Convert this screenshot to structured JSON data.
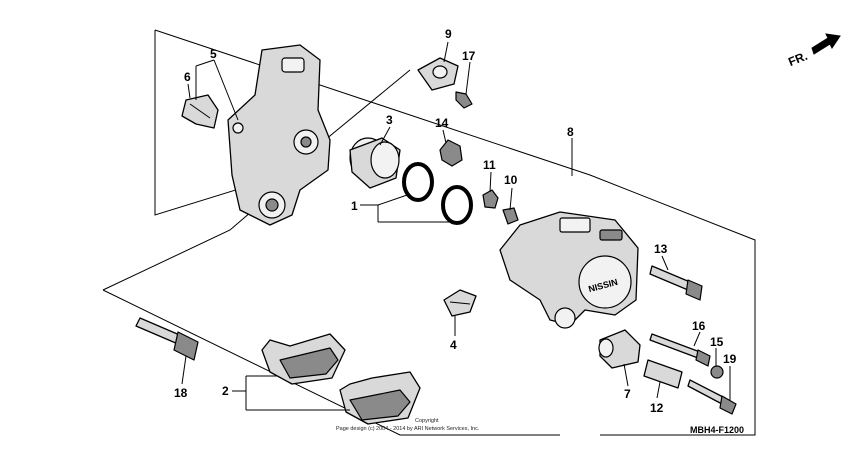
{
  "direction_label": "FR.",
  "callouts": {
    "c1": "1",
    "c2": "2",
    "c3": "3",
    "c4": "4",
    "c5": "5",
    "c6": "6",
    "c7": "7",
    "c8": "8",
    "c9": "9",
    "c10": "10",
    "c11": "11",
    "c12": "12",
    "c13": "13",
    "c14": "14",
    "c15": "15",
    "c16": "16",
    "c17": "17",
    "c18": "18",
    "c19": "19"
  },
  "caliper_brand": "NISSIN",
  "copyright_line1": "Copyright",
  "copyright_line2": "Page design (c) 2004 - 2014 by ARI Network Services, Inc.",
  "diagram_code": "MBH4-F1200"
}
